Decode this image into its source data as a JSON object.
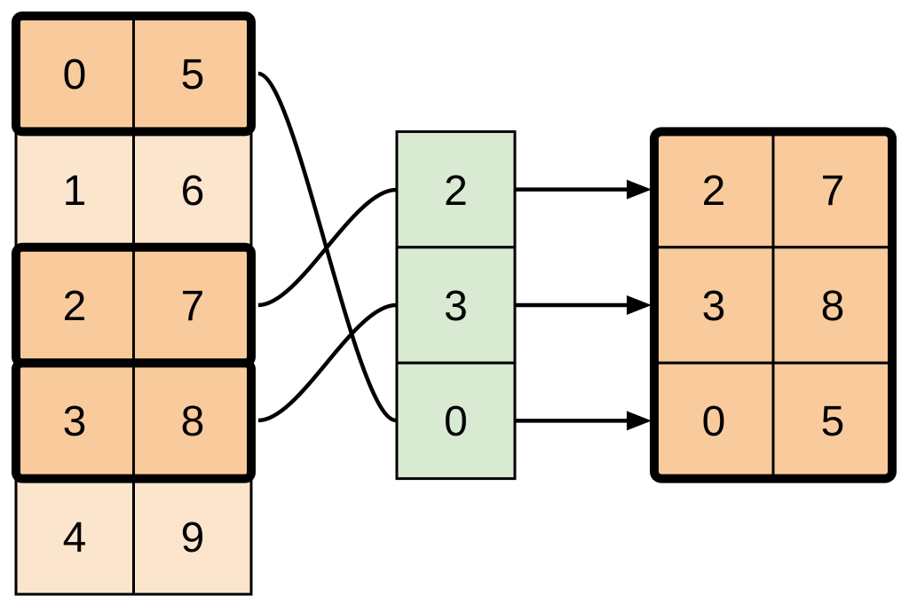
{
  "colors": {
    "background": "#FFFFFF",
    "highlight_fill": "#F9CB9C",
    "normal_fill": "#FCE5CD",
    "index_fill": "#D9EAD3",
    "line": "#000000"
  },
  "source_table": {
    "rows": [
      {
        "cells": [
          "0",
          "5"
        ],
        "highlighted": true
      },
      {
        "cells": [
          "1",
          "6"
        ],
        "highlighted": false
      },
      {
        "cells": [
          "2",
          "7"
        ],
        "highlighted": true
      },
      {
        "cells": [
          "3",
          "8"
        ],
        "highlighted": true
      },
      {
        "cells": [
          "4",
          "9"
        ],
        "highlighted": false
      }
    ]
  },
  "index_table": {
    "values": [
      "2",
      "3",
      "0"
    ]
  },
  "result_table": {
    "rows": [
      [
        "2",
        "7"
      ],
      [
        "3",
        "8"
      ],
      [
        "0",
        "5"
      ]
    ]
  },
  "connections": {
    "curves": [
      {
        "source_row": 0,
        "index_cell": 2
      },
      {
        "source_row": 2,
        "index_cell": 0
      },
      {
        "source_row": 3,
        "index_cell": 1
      }
    ],
    "arrows": [
      {
        "index_cell": 0,
        "result_row": 0
      },
      {
        "index_cell": 1,
        "result_row": 1
      },
      {
        "index_cell": 2,
        "result_row": 2
      }
    ]
  }
}
